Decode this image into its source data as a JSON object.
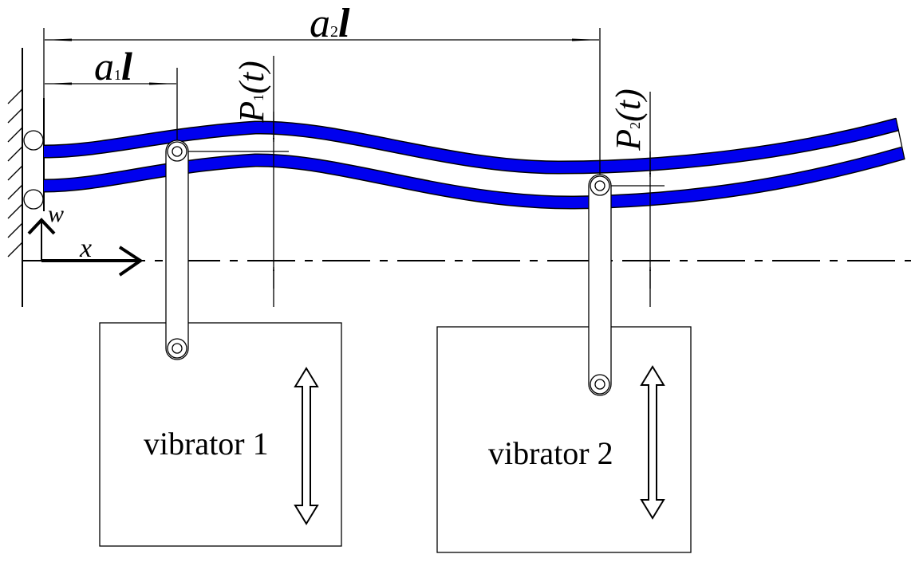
{
  "labels": {
    "a1": "a",
    "a1_sub": "1",
    "a2": "a",
    "a2_sub": "2",
    "l": "l",
    "p1": "P",
    "p1_sub": "1",
    "p2": "P",
    "p2_sub": "2",
    "t_arg": "(t)",
    "w_axis": "w",
    "x_axis": "x",
    "vibrator1": "vibrator 1",
    "vibrator2": "vibrator 2"
  },
  "colors": {
    "beam": "#0000ee",
    "line": "#000000"
  }
}
